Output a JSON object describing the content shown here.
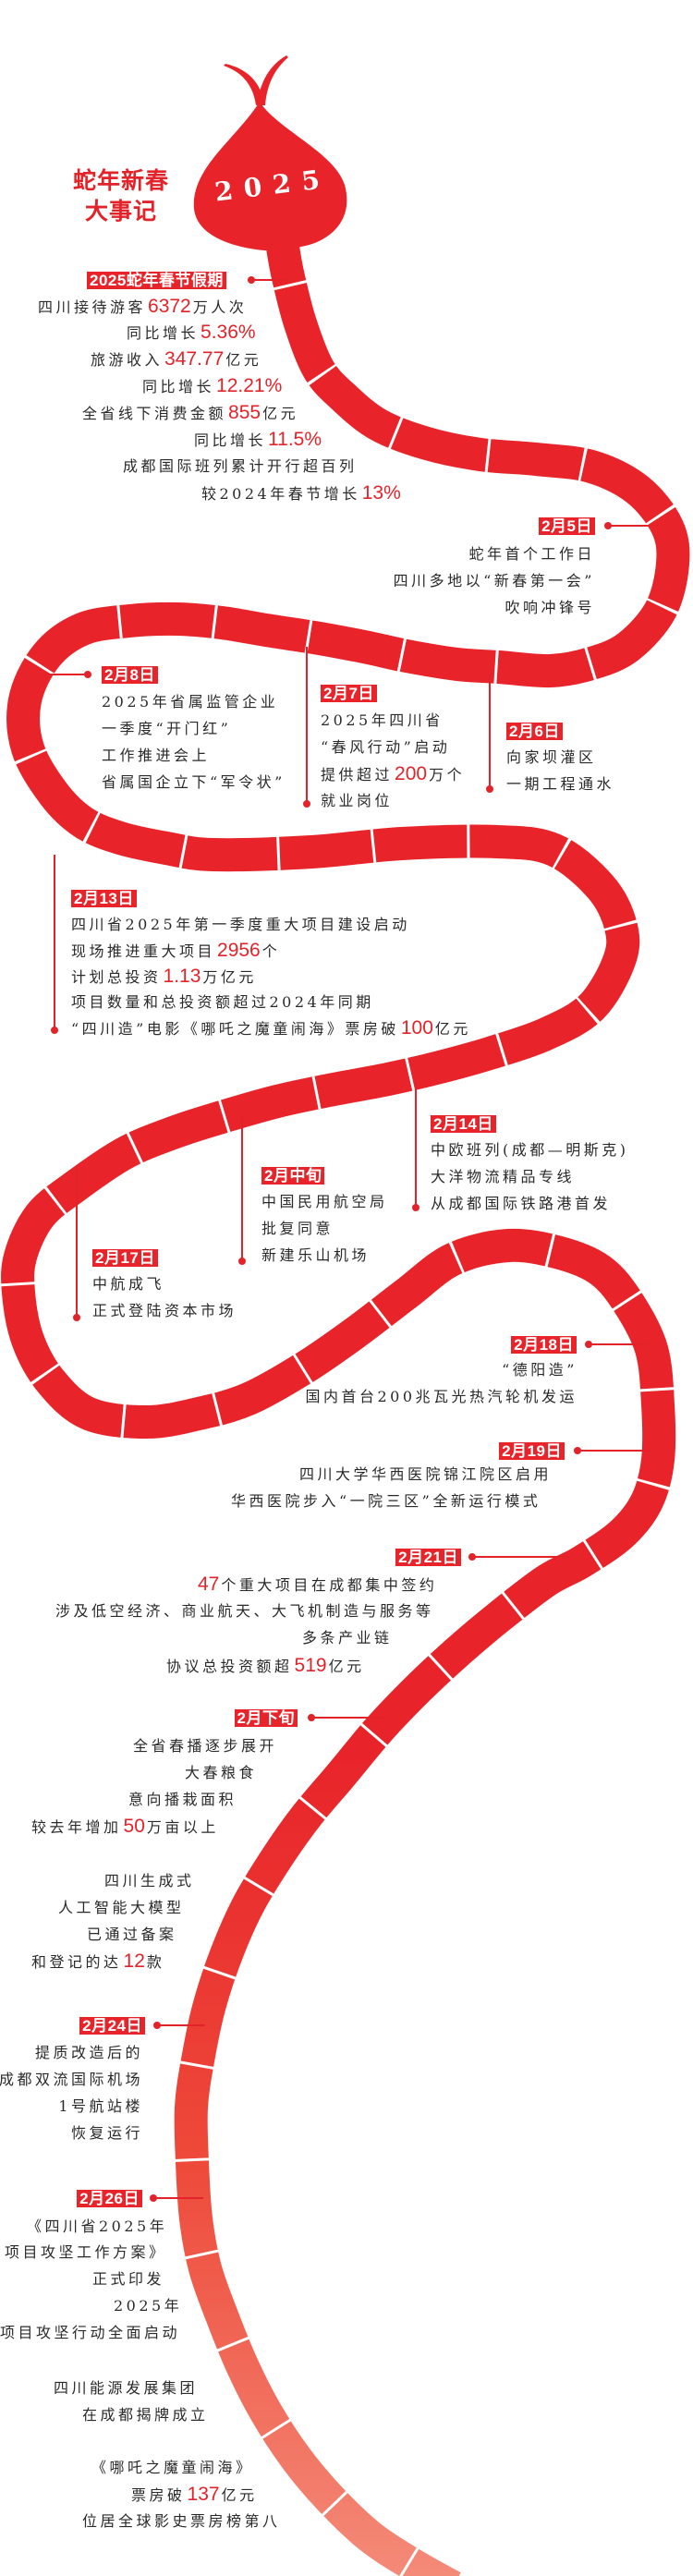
{
  "title": {
    "line1": "蛇年新春",
    "line2": "大事记"
  },
  "head_year": "2025",
  "colors": {
    "accent": "#e8242a",
    "box_text": "#ffffff",
    "body_text": "#2a2a2a"
  },
  "events": [
    {
      "date": "2025蛇年春节假期",
      "lines": [
        [
          {
            "t": "四川接待游客"
          },
          {
            "n": "6372"
          },
          {
            "t": "万人次"
          }
        ],
        [
          {
            "t": "同比增长"
          },
          {
            "n": "5.36%"
          }
        ],
        [
          {
            "t": "旅游收入"
          },
          {
            "n": "347.77"
          },
          {
            "t": "亿元"
          }
        ],
        [
          {
            "t": "同比增长"
          },
          {
            "n": "12.21%"
          }
        ],
        [
          {
            "t": "全省线下消费金额"
          },
          {
            "n": "855"
          },
          {
            "t": "亿元"
          }
        ],
        [
          {
            "t": "同比增长"
          },
          {
            "n": "11.5%"
          }
        ],
        [
          {
            "t": "成都国际班列累计开行超百列"
          }
        ],
        [
          {
            "t": "较2024年春节增长"
          },
          {
            "n": "13%"
          }
        ]
      ]
    },
    {
      "date": "2月5日",
      "lines": [
        [
          {
            "t": "蛇年首个工作日"
          }
        ],
        [
          {
            "t": "四川多地以“新春第一会”"
          }
        ],
        [
          {
            "t": "吹响冲锋号"
          }
        ]
      ]
    },
    {
      "date": "2月8日",
      "lines": [
        [
          {
            "t": "2025年省属监管企业"
          }
        ],
        [
          {
            "t": "一季度“开门红”"
          }
        ],
        [
          {
            "t": "工作推进会上"
          }
        ],
        [
          {
            "t": "省属国企立下“军令状”"
          }
        ]
      ]
    },
    {
      "date": "2月7日",
      "lines": [
        [
          {
            "t": "2025年四川省"
          }
        ],
        [
          {
            "t": "“春风行动”启动"
          }
        ],
        [
          {
            "t": "提供超过"
          },
          {
            "n": "200"
          },
          {
            "t": "万个"
          }
        ],
        [
          {
            "t": "就业岗位"
          }
        ]
      ]
    },
    {
      "date": "2月6日",
      "lines": [
        [
          {
            "t": "向家坝灌区"
          }
        ],
        [
          {
            "t": "一期工程通水"
          }
        ]
      ]
    },
    {
      "date": "2月13日",
      "lines": [
        [
          {
            "t": "四川省2025年第一季度重大项目建设启动"
          }
        ],
        [
          {
            "t": "现场推进重大项目"
          },
          {
            "n": "2956"
          },
          {
            "t": "个"
          }
        ],
        [
          {
            "t": "计划总投资"
          },
          {
            "n": "1.13"
          },
          {
            "t": "万亿元"
          }
        ],
        [
          {
            "t": "项目数量和总投资额超过2024年同期"
          }
        ],
        [
          {
            "t": "“四川造”电影《哪吒之魔童闹海》票房破"
          },
          {
            "n": "100"
          },
          {
            "t": "亿元"
          }
        ]
      ]
    },
    {
      "date": "2月14日",
      "lines": [
        [
          {
            "t": "中欧班列(成都—明斯克)"
          }
        ],
        [
          {
            "t": "大洋物流精品专线"
          }
        ],
        [
          {
            "t": "从成都国际铁路港首发"
          }
        ]
      ]
    },
    {
      "date": "2月中旬",
      "lines": [
        [
          {
            "t": "中国民用航空局"
          }
        ],
        [
          {
            "t": "批复同意"
          }
        ],
        [
          {
            "t": "新建乐山机场"
          }
        ]
      ]
    },
    {
      "date": "2月17日",
      "lines": [
        [
          {
            "t": "中航成飞"
          }
        ],
        [
          {
            "t": "正式登陆资本市场"
          }
        ]
      ]
    },
    {
      "date": "2月18日",
      "lines": [
        [
          {
            "t": "“德阳造”"
          }
        ],
        [
          {
            "t": "国内首台200兆瓦光热汽轮机发运"
          }
        ]
      ]
    },
    {
      "date": "2月19日",
      "lines": [
        [
          {
            "t": "四川大学华西医院锦江院区启用"
          }
        ],
        [
          {
            "t": "华西医院步入“一院三区”全新运行模式"
          }
        ]
      ]
    },
    {
      "date": "2月21日",
      "lines": [
        [
          {
            "n": "47"
          },
          {
            "t": "个重大项目在成都集中签约"
          }
        ],
        [
          {
            "t": "涉及低空经济、商业航天、大飞机制造与服务等"
          }
        ],
        [
          {
            "t": "多条产业链"
          }
        ],
        [
          {
            "t": "协议总投资额超"
          },
          {
            "n": "519"
          },
          {
            "t": "亿元"
          }
        ]
      ]
    },
    {
      "date": "2月下旬",
      "lines": [
        [
          {
            "t": "全省春播逐步展开"
          }
        ],
        [
          {
            "t": "大春粮食"
          }
        ],
        [
          {
            "t": "意向播栽面积"
          }
        ],
        [
          {
            "t": "较去年增加"
          },
          {
            "n": "50"
          },
          {
            "t": "万亩以上"
          }
        ]
      ]
    },
    {
      "date": null,
      "lines": [
        [
          {
            "t": "四川生成式"
          }
        ],
        [
          {
            "t": "人工智能大模型"
          }
        ],
        [
          {
            "t": "已通过备案"
          }
        ],
        [
          {
            "t": "和登记的达"
          },
          {
            "n": "12"
          },
          {
            "t": "款"
          }
        ]
      ]
    },
    {
      "date": "2月24日",
      "lines": [
        [
          {
            "t": "提质改造后的"
          }
        ],
        [
          {
            "t": "成都双流国际机场"
          }
        ],
        [
          {
            "t": "1号航站楼"
          }
        ],
        [
          {
            "t": "恢复运行"
          }
        ]
      ]
    },
    {
      "date": "2月26日",
      "lines": [
        [
          {
            "t": "《四川省2025年"
          }
        ],
        [
          {
            "t": "项目攻坚工作方案》"
          }
        ],
        [
          {
            "t": "正式印发"
          }
        ],
        [
          {
            "t": "2025年"
          }
        ],
        [
          {
            "t": "项目攻坚行动全面启动"
          }
        ]
      ]
    },
    {
      "date": null,
      "lines": [
        [
          {
            "t": "四川能源发展集团"
          }
        ],
        [
          {
            "t": "在成都揭牌成立"
          }
        ]
      ]
    },
    {
      "date": null,
      "lines": [
        [
          {
            "t": "《哪吒之魔童闹海》"
          }
        ],
        [
          {
            "t": "票房破"
          },
          {
            "n": "137"
          },
          {
            "t": "亿元"
          }
        ],
        [
          {
            "t": "位居全球影史票房榜第八"
          }
        ]
      ]
    }
  ]
}
